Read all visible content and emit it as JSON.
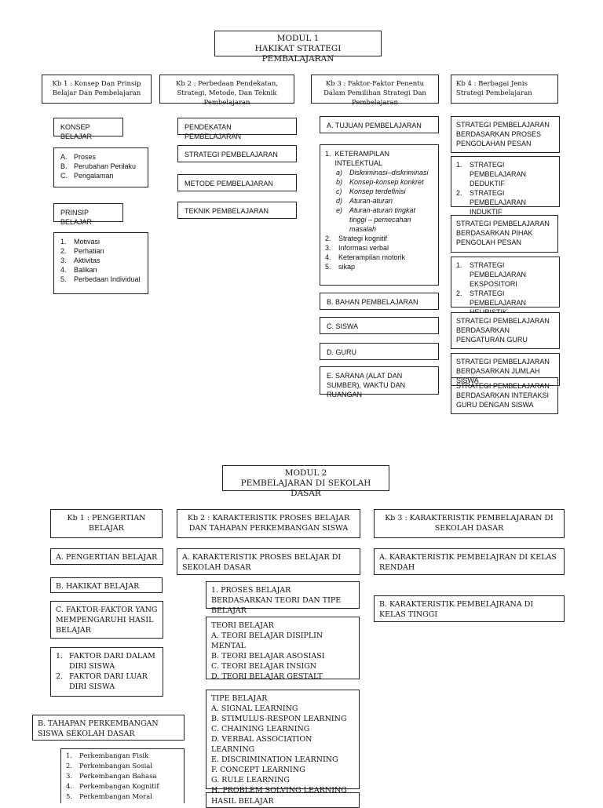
{
  "modul1": {
    "title_line1": "MODUL 1",
    "title_line2": "HAKIKAT STRATEGI PEMBALAJARAN",
    "kb1": {
      "header": "Kb 1 : Konsep Dan Prinsip Belajar Dan Pembelajaran",
      "konsep_label": "KONSEP BELAJAR",
      "konsep_items": [
        {
          "n": "A.",
          "t": "Proses"
        },
        {
          "n": "B.",
          "t": "Perubahan Perilaku"
        },
        {
          "n": "C.",
          "t": "Pengalaman"
        }
      ],
      "prinsip_label": "PRINSIP BELAJAR",
      "prinsip_items": [
        {
          "n": "1.",
          "t": "Motivasi"
        },
        {
          "n": "2.",
          "t": "Perhatian"
        },
        {
          "n": "3.",
          "t": "Aktivitas"
        },
        {
          "n": "4.",
          "t": "Balikan"
        },
        {
          "n": "5.",
          "t": "Perbedaan Individual"
        }
      ]
    },
    "kb2": {
      "header": "Kb 2 : Perbedaan Pendekatan, Strategi, Metode, Dan Teknik Pembelajaran",
      "items": [
        "PENDEKATAN PEMBELAJARAN",
        "STRATEGI PEMBELAJARAN",
        "METODE PEMBELAJARAN",
        "TEKNIK PEMBELAJARAN"
      ]
    },
    "kb3": {
      "header": "Kb 3 : Faktor-Faktor Penentu Dalam Pemilihan Strategi Dan Pembelajaran",
      "a": "A.  TUJUAN PEMBELAJARAN",
      "ket_title": "KETERAMPILAN INTELEKTUAL",
      "ket_items": [
        {
          "n": "a)",
          "t": "Diskriminasi–diskriminasi"
        },
        {
          "n": "b)",
          "t": "Konsep-konsep konkret"
        },
        {
          "n": "c)",
          "t": "Konsep terdefinisi"
        },
        {
          "n": "d)",
          "t": "Aturan-aturan"
        },
        {
          "n": "e)",
          "t": "Aturan-aturan tingkat tinggi – pemecahan masalah"
        }
      ],
      "other_items": [
        {
          "n": "2.",
          "t": "Strategi kognitif"
        },
        {
          "n": "3.",
          "t": "Informasi verbal"
        },
        {
          "n": "4.",
          "t": "Keterampilan motorik"
        },
        {
          "n": "5.",
          "t": "sikap"
        }
      ],
      "b": "B.  BAHAN PEMBELAJARAN",
      "c": "C.  SISWA",
      "d": "D.  GURU",
      "e": "E.  SARANA (ALAT DAN SUMBER), WAKTU DAN RUANGAN"
    },
    "kb4": {
      "header": "Kb 4 : Berbagai Jenis Strategi Pembelajaran",
      "s1": "STRATEGI PEMBELAJARAN BERDASARKAN PROSES PENGOLAHAN PESAN",
      "s1_items": [
        {
          "n": "1.",
          "t": "STRATEGI PEMBELAJARAN DEDUKTIF"
        },
        {
          "n": "2.",
          "t": "STRATEGI PEMBELAJARAN INDUKTIF"
        }
      ],
      "s2": "STRATEGI PEMBELAJARAN BERDASARKAN PIHAK PENGOLAH PESAN",
      "s2_items": [
        {
          "n": "1.",
          "t": "STRATEGI PEMBELAJARAN EKSPOSITORI"
        },
        {
          "n": "2.",
          "t": "STRATEGI PEMBELAJARAN HEURISTIK"
        }
      ],
      "s3": "STRATEGI PEMBELAJARAN BERDASARKAN PENGATURAN GURU",
      "s4": "STRATEGI PEMBELAJARAN BERDASARKAN JUMLAH SISWA",
      "s5": "STRATEGI PEMBELAJARAN BERDASARKAN INTERAKSI GURU DENGAN SISWA"
    }
  },
  "modul2": {
    "title_line1": "MODUL 2",
    "title_line2": "PEMBELAJARAN DI SEKOLAH DASAR",
    "kb1": {
      "header": "Kb 1 : PENGERTIAN BELAJAR",
      "a": "A.  PENGERTIAN BELAJAR",
      "b": "B.  HAKIKAT BELAJAR",
      "c": "C.  FAKTOR-FAKTOR YANG MEMPENGARUHI HASIL BELAJAR",
      "faktor_items": [
        {
          "n": "1.",
          "t": "FAKTOR DARI DALAM DIRI SISWA"
        },
        {
          "n": "2.",
          "t": "FAKTOR DARI LUAR DIRI SISWA"
        }
      ],
      "tahapan": "B.  TAHAPAN PERKEMBANGAN SISWA SEKOLAH DASAR",
      "tahapan_items": [
        {
          "n": "1.",
          "t": "Perkembangan Fisik"
        },
        {
          "n": "2.",
          "t": "Perkembangan Sosial"
        },
        {
          "n": "3.",
          "t": "Perkembangan Bahasa"
        },
        {
          "n": "4.",
          "t": "Perkembangan Kognitif"
        },
        {
          "n": "5.",
          "t": "Perkembangan Moral"
        }
      ]
    },
    "kb2": {
      "header": "Kb 2 : KARAKTERISTIK PROSES BELAJAR DAN TAHAPAN PERKEMBANGAN SISWA",
      "a": "A.  KARAKTERISTIK PROSES BELAJAR DI SEKOLAH DASAR",
      "proses": "1.  PROSES BELAJAR BERDASARKAN TEORI DAN TIPE BELAJAR",
      "teori_title": "TEORI BELAJAR",
      "teori_items": [
        "A. TEORI BELAJAR DISIPLIN MENTAL",
        "B. TEORI BELAJAR ASOSIASI",
        "C. TEORI BELAJAR INSIGN",
        "D. TEORI BELAJAR GESTALT"
      ],
      "tipe_title": "TIPE BELAJAR",
      "tipe_items": [
        "A. SIGNAL LEARNING",
        "B. STIMULUS-RESPON LEARNING",
        "C. CHAINING LEARNING",
        "D. VERBAL ASSOCIATION LEARNING",
        "E. DISCRIMINATION LEARNING",
        "F.  CONCEPT LEARNING",
        "G. RULE LEARNING",
        "H. PROBLEM SOLVING LEARNING"
      ],
      "hasil_title": "HASIL BELAJAR"
    },
    "kb3": {
      "header": "Kb 3 : KARAKTERISTIK PEMBELAJARAN DI SEKOLAH DASAR",
      "a": "A.  KARAKTERISTIK PEMBELAJRAN DI KELAS RENDAH",
      "b": "B.  KARAKTERISTIK PEMBELAJRANA DI KELAS TINGGI"
    }
  }
}
